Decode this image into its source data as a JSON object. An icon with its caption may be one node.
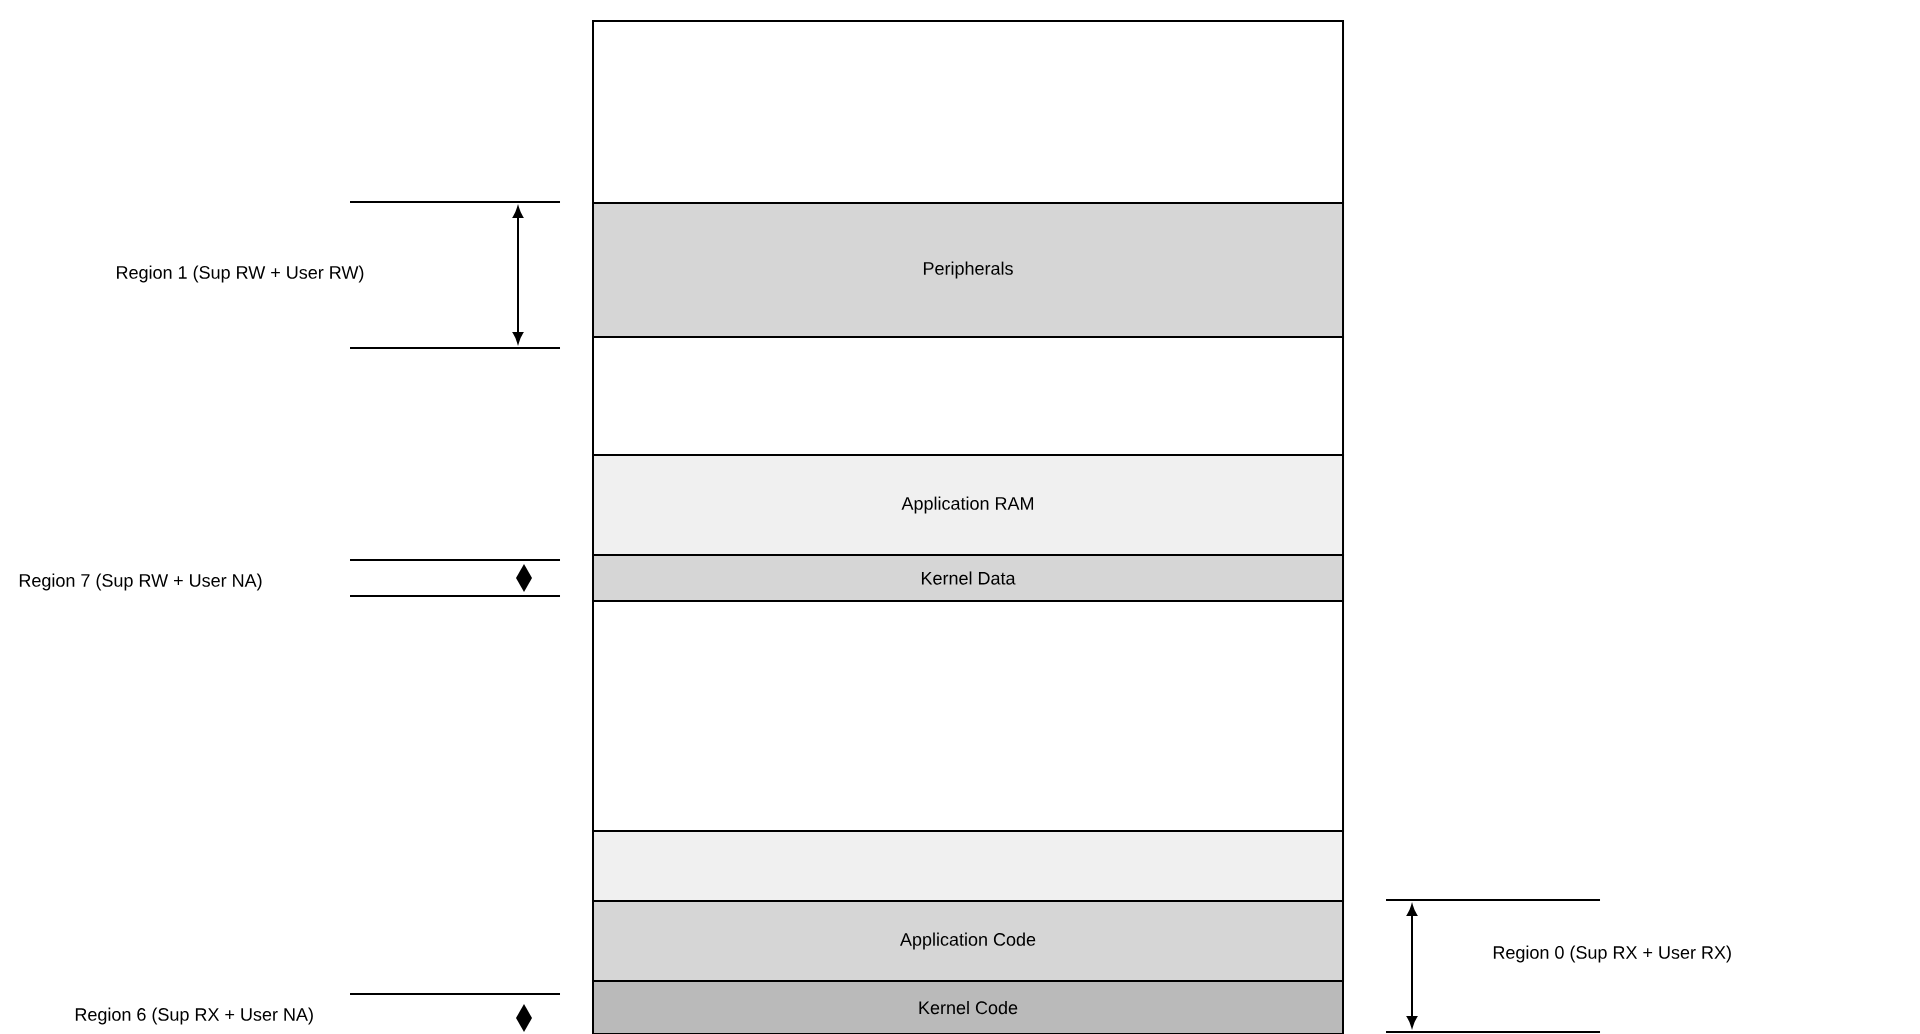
{
  "diagram": {
    "nodes": [
      {
        "text": [],
        "shape": "box"
      },
      {
        "text": [
          "Peripherals"
        ]
      },
      {
        "text": [],
        "shape": "box"
      },
      {
        "text": [
          "Application RAM"
        ]
      },
      {
        "text": [
          "Kernel Data"
        ]
      },
      {
        "text": [],
        "shape": "box"
      },
      {
        "text": [],
        "shape": "box"
      },
      {
        "text": [
          "Application Code"
        ]
      },
      {
        "text": [
          "Kernel Code"
        ]
      }
    ],
    "labels": [
      "Region 1 (Sup RW + User RW)",
      "Region 7 (Sup RW + User NA)",
      "Region 0 (Sup RX + User RX)",
      "Region 6 (Sup RX + User NA)"
    ]
  }
}
